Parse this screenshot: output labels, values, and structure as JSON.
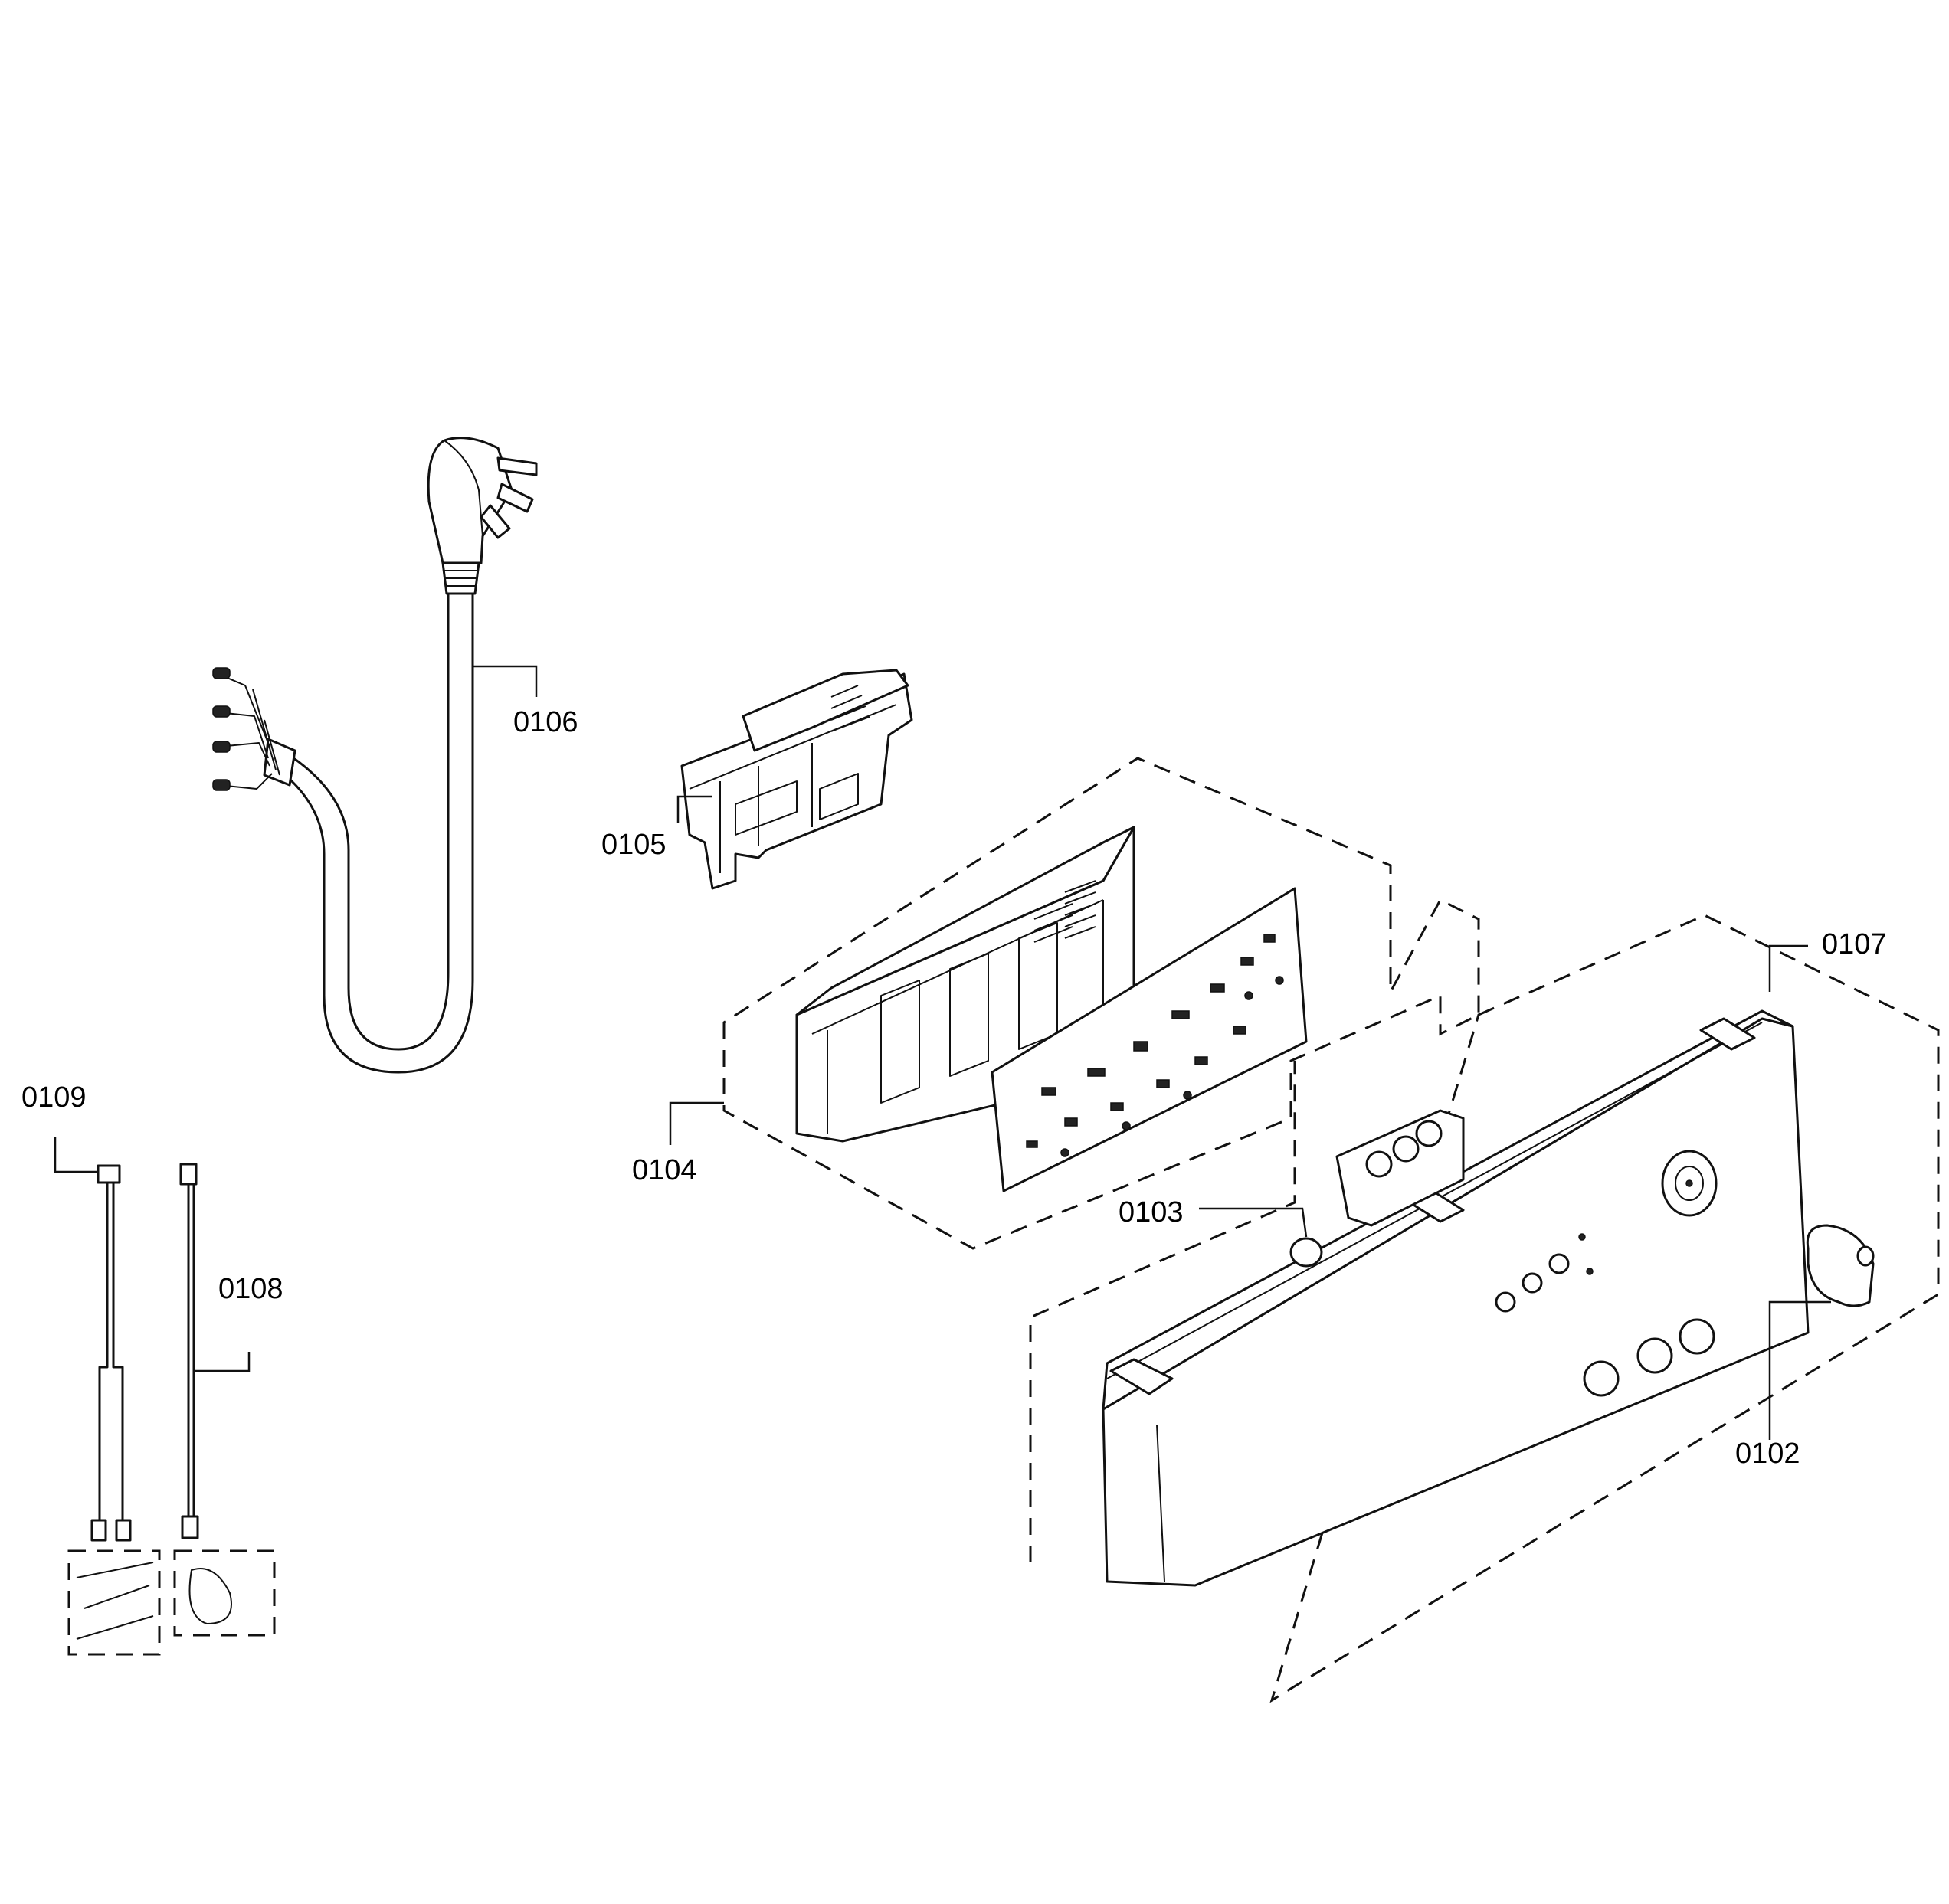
{
  "diagram": {
    "callouts": [
      {
        "id": "0102",
        "label": "0102"
      },
      {
        "id": "0103",
        "label": "0103"
      },
      {
        "id": "0104",
        "label": "0104"
      },
      {
        "id": "0105",
        "label": "0105"
      },
      {
        "id": "0106",
        "label": "0106"
      },
      {
        "id": "0107",
        "label": "0107"
      },
      {
        "id": "0108",
        "label": "0108"
      },
      {
        "id": "0109",
        "label": "0109"
      }
    ]
  }
}
